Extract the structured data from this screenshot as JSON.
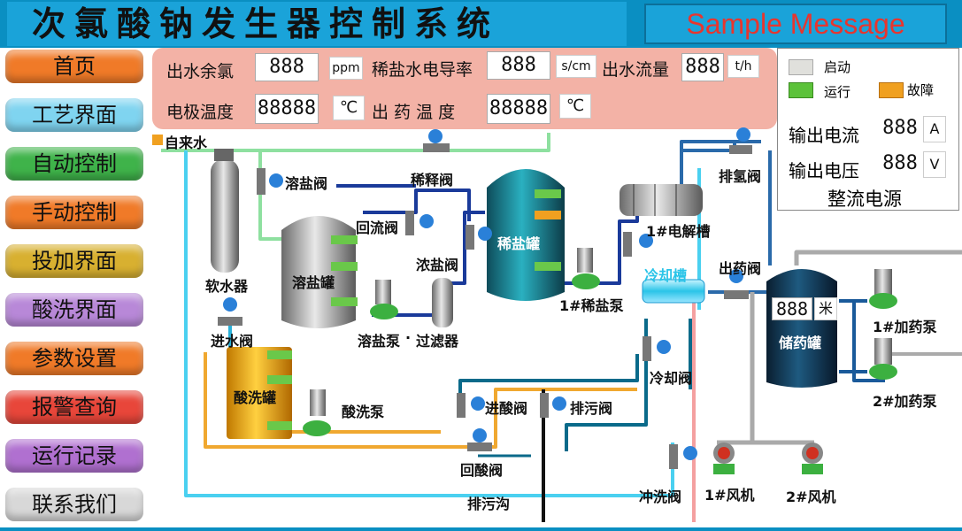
{
  "header": {
    "title": "次氯酸钠发生器控制系统",
    "message": "Sample Message"
  },
  "nav": [
    {
      "label": "首页",
      "color": "#f07a28"
    },
    {
      "label": "工艺界面",
      "color": "#7fd4f0"
    },
    {
      "label": "自动控制",
      "color": "#3fb34a"
    },
    {
      "label": "手动控制",
      "color": "#f07a28"
    },
    {
      "label": "投加界面",
      "color": "#d8b030"
    },
    {
      "label": "酸洗界面",
      "color": "#b888d8"
    },
    {
      "label": "参数设置",
      "color": "#f07a28"
    },
    {
      "label": "报警查询",
      "color": "#e8463a"
    },
    {
      "label": "运行记录",
      "color": "#b070d0"
    },
    {
      "label": "联系我们",
      "color": "#d8d8d8"
    }
  ],
  "params": {
    "residual_chlorine": {
      "label": "出水余氯",
      "value": "888",
      "unit": "ppm"
    },
    "conductivity": {
      "label": "稀盐水电导率",
      "value": "888",
      "unit": "s/cm"
    },
    "flow": {
      "label": "出水流量",
      "value": "888",
      "unit": "t/h"
    },
    "electrode_temp": {
      "label": "电极温度",
      "value": "88888",
      "unit": "℃"
    },
    "outlet_temp": {
      "label": "出 药 温 度",
      "value": "88888",
      "unit": "℃"
    }
  },
  "power": {
    "legend": [
      {
        "label": "启动",
        "color": "#e0e0dc"
      },
      {
        "label": "运行",
        "color": "#5cc23a"
      },
      {
        "label": "故障",
        "color": "#f0a020"
      }
    ],
    "current": {
      "label": "输出电流",
      "value": "888",
      "unit": "A"
    },
    "voltage": {
      "label": "输出电压",
      "value": "888",
      "unit": "V"
    },
    "title": "整流电源"
  },
  "process": {
    "tap_water": "自来水",
    "softener": "软水器",
    "dissolve_valve": "溶盐阀",
    "dilute_valve": "稀释阀",
    "dissolve_tank": "溶盐罐",
    "return_valve": "回流阀",
    "conc_valve": "浓盐阀",
    "dilute_tank": "稀盐罐",
    "electrolyzer": "1#电解槽",
    "h2_valve": "排氢阀",
    "dilute_pump": "1#稀盐泵",
    "dissolve_pump": "溶盐泵",
    "filter": "过滤器",
    "cooling_tank": "冷却槽",
    "outlet_valve": "出药阀",
    "storage_tank": "储药罐",
    "level_value": "888",
    "level_unit": "米",
    "dose_pump_1": "1#加药泵",
    "dose_pump_2": "2#加药泵",
    "inlet_valve": "进水阀",
    "acid_tank": "酸洗罐",
    "acid_pump": "酸洗泵",
    "acid_in_valve": "进酸阀",
    "drain_valve": "排污阀",
    "cooling_valve": "冷却阀",
    "acid_return_valve": "回酸阀",
    "flush_valve": "冲洗阀",
    "fan_1": "1#风机",
    "fan_2": "2#风机",
    "sewer": "排污沟"
  }
}
